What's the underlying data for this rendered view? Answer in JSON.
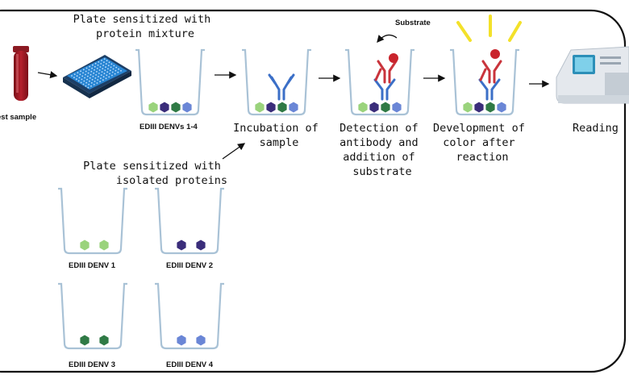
{
  "labels": {
    "test_sample": "est sample",
    "plate_mixture": [
      "Plate sensitized with",
      "protein mixture"
    ],
    "edi_mix": "EDIII DENVs 1-4",
    "substrate": "Substrate",
    "incubation": [
      "Incubation of",
      "sample"
    ],
    "detection": [
      "Detection of",
      "antibody and",
      "addition of",
      "substrate"
    ],
    "development": [
      "Development of",
      "color after",
      "reaction"
    ],
    "reading": "Reading",
    "plate_isolated": [
      "Plate sensitized with",
      "isolated proteins"
    ],
    "denv1": "EDIII DENV 1",
    "denv2": "EDIII DENV 2",
    "denv3": "EDIII DENV 3",
    "denv4": "EDIII DENV 4"
  },
  "colors": {
    "denv1": "#9ad37c",
    "denv2": "#3a2d7a",
    "denv3": "#2f7a45",
    "denv4": "#6a86d6",
    "antibody_blue": "#3b6fc7",
    "antibody_red": "#c9343c",
    "well": "#a9c2d6",
    "plate": "#2a86d3",
    "tube": "#9b1722",
    "rays": "#f3e12a"
  }
}
